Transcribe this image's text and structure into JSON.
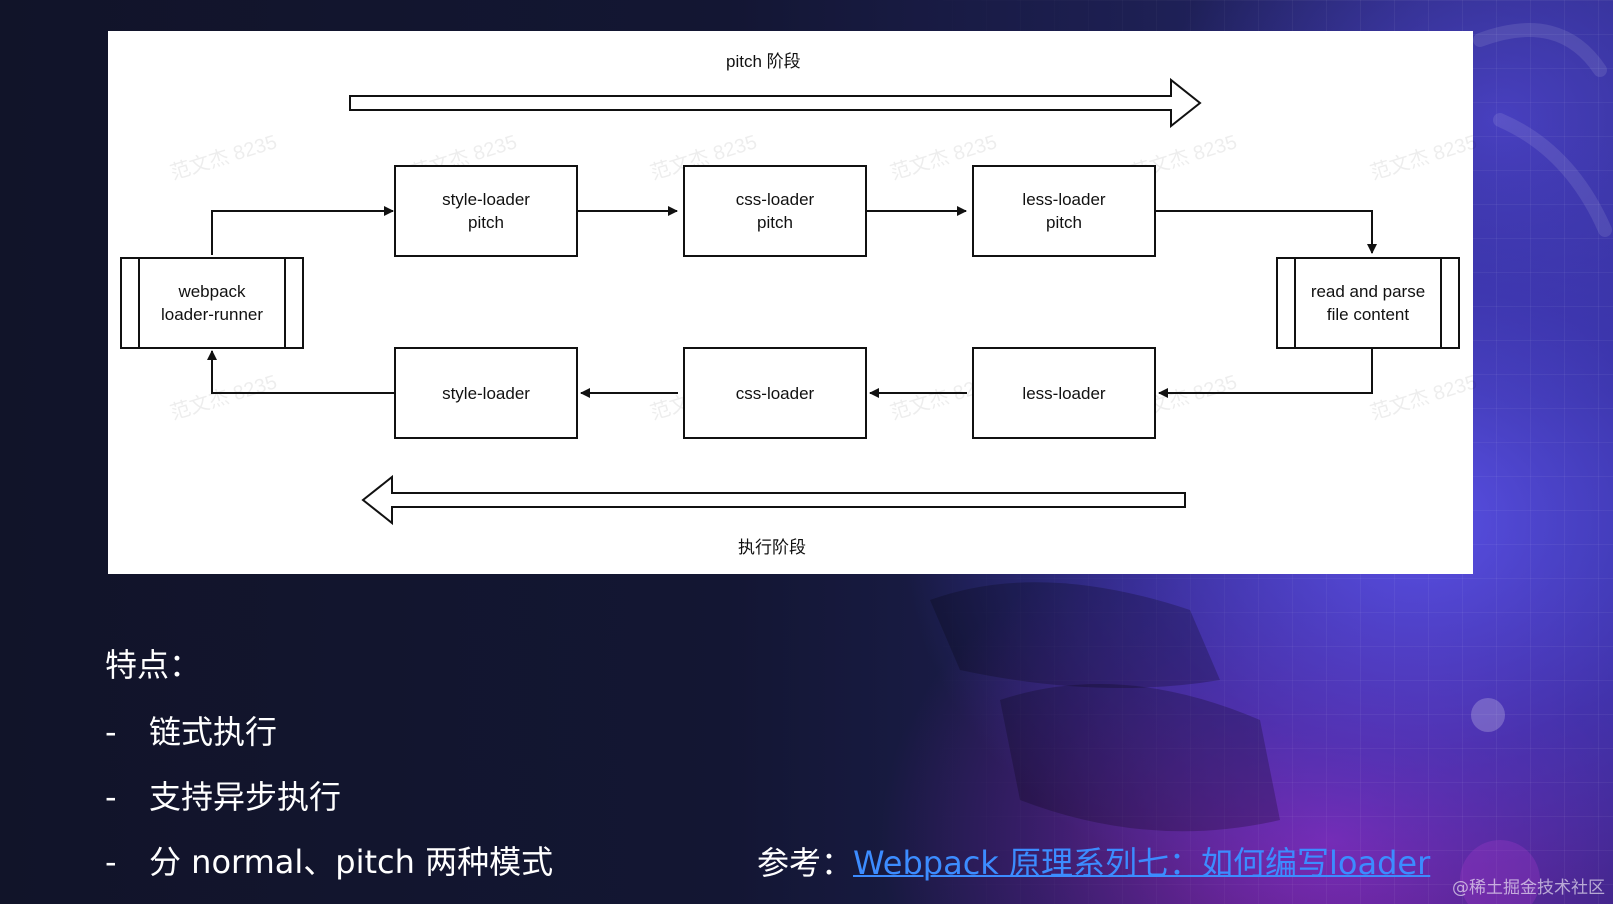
{
  "colors": {
    "link": "#3c8cff",
    "text": "#ffffff",
    "diagram_bg": "#ffffff",
    "diagram_ink": "#111111"
  },
  "diagram": {
    "top_phase_label": "pitch 阶段",
    "bottom_phase_label": "执行阶段",
    "nodes": {
      "runner": "webpack\nloader-runner",
      "style_pitch": "style-loader\npitch",
      "css_pitch": "css-loader\npitch",
      "less_pitch": "less-loader\npitch",
      "read_parse": "read and parse\nfile content",
      "style": "style-loader",
      "css": "css-loader",
      "less": "less-loader"
    },
    "watermark": "范文杰 8235"
  },
  "features": {
    "title": "特点：",
    "items": [
      "链式执行",
      "支持异步执行",
      "分 normal、pitch 两种模式"
    ],
    "bullet": "-"
  },
  "reference": {
    "label": "参考：",
    "link_text": "Webpack 原理系列七：如何编写loader"
  },
  "corner_watermark": "@稀土掘金技术社区"
}
